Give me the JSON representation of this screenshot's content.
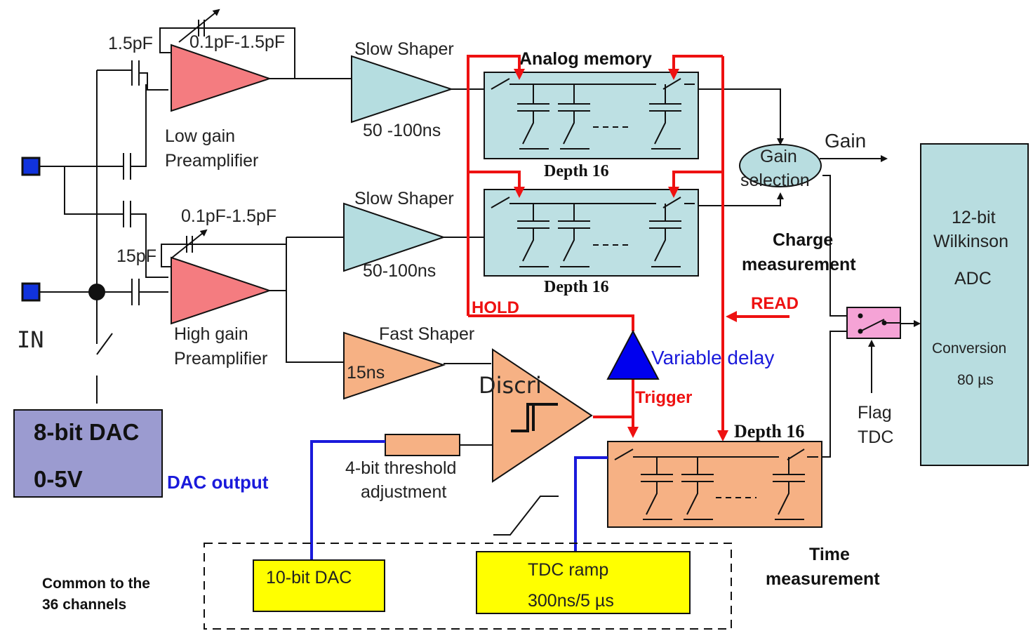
{
  "colors": {
    "amp_red": "#f47c80",
    "shaper_blue": "#b5dde0",
    "shaper_orange": "#f6b184",
    "memory_blue": "#bde0e3",
    "memory_orange": "#f6b184",
    "dac_box": "#9b9bd0",
    "adc_box": "#b8dde0",
    "yellow_box": "#ffff00",
    "switch_pink": "#f5a3d6",
    "hold_read_red": "#ee1111",
    "dac_wire_blue": "#1a1adb",
    "input_square": "#1133dd"
  },
  "preamps": {
    "lowgain_cap1": "1.5pF",
    "lowgain_varcap": "0.1pF-1.5pF",
    "lowgain_label_1": "Low gain",
    "lowgain_label_2": "Preamplifier",
    "highgain_cap": "15pF",
    "highgain_varcap": "0.1pF-1.5pF",
    "highgain_label_1": "High gain",
    "highgain_label_2": "Preamplifier"
  },
  "shapers": {
    "slow1_title": "Slow Shaper",
    "slow1_time": "50 -100ns",
    "slow2_title": "Slow Shaper",
    "slow2_time": "50-100ns",
    "fast_title": "Fast Shaper",
    "fast_time": "15ns"
  },
  "memory": {
    "title": "Analog memory",
    "depth1": "Depth 16",
    "depth2": "Depth 16",
    "depth3": "Depth 16"
  },
  "control": {
    "hold": "HOLD",
    "read": "READ",
    "trigger": "Trigger",
    "variable_delay": "Variable delay",
    "discri": "Discri",
    "threshold_1": "4-bit threshold",
    "threshold_2": "adjustment"
  },
  "input": {
    "label": "IN",
    "dac_line1": "8-bit DAC",
    "dac_line2": "0-5V",
    "dac_output": "DAC output"
  },
  "gain": {
    "gain_label": "Gain",
    "selection_1": "Gain",
    "selection_2": "selection",
    "charge_1": "Charge",
    "charge_2": "measurement"
  },
  "adc": {
    "line1": "12-bit",
    "line2": "Wilkinson",
    "line3": "ADC",
    "line4": "Conversion",
    "line5": "80 µs",
    "flag_1": "Flag",
    "flag_2": "TDC"
  },
  "time": {
    "time_1": "Time",
    "time_2": "measurement",
    "common_1": "Common to the",
    "common_2": "36 channels",
    "dac10": "10-bit DAC",
    "tdc_1": "TDC ramp",
    "tdc_2": "300ns/5 µs"
  }
}
